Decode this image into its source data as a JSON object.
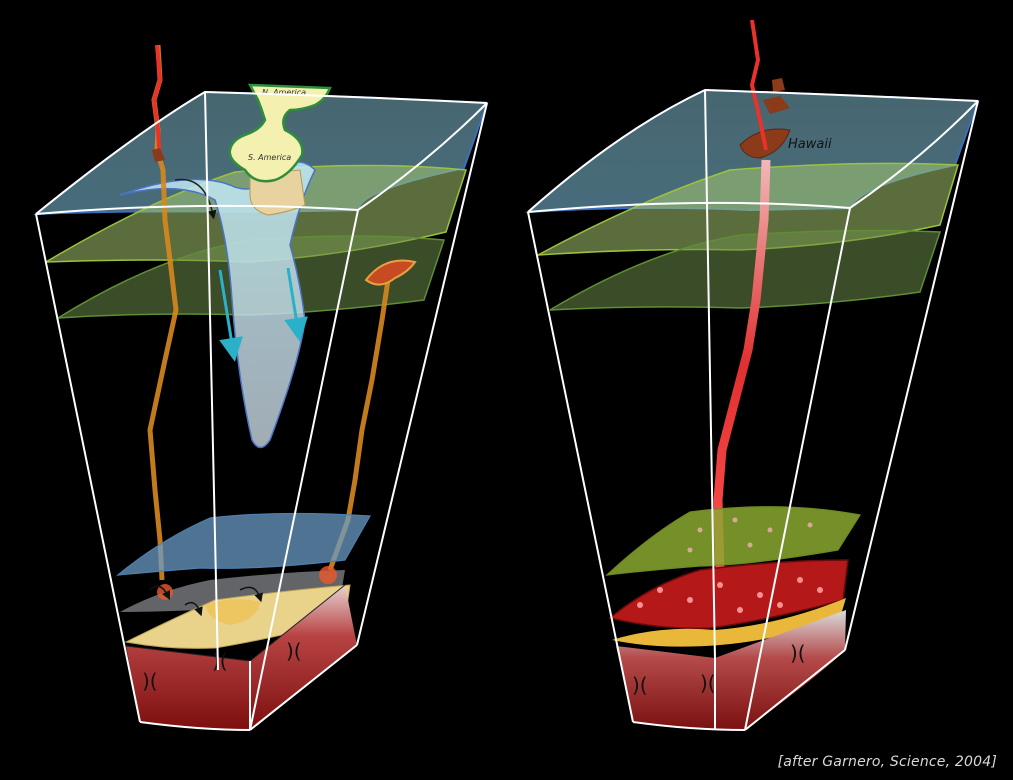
{
  "left_panel": {
    "continent_labels": [
      "N. America",
      "S. America"
    ]
  },
  "right_panel": {
    "hotspot_label": "Hawaii"
  },
  "credit": "[after Garnero, Science, 2004]",
  "colors": {
    "background": "#000000",
    "frame": "#ffffff",
    "lithosphere": "#8fc6d8",
    "transition_zone": "#9ec06a",
    "slab": "#a9dff0",
    "plume": "#e8322a",
    "core": "#9c1a1a",
    "d_double_prime": "#e9d28a",
    "continent": "#f4f0b0"
  }
}
